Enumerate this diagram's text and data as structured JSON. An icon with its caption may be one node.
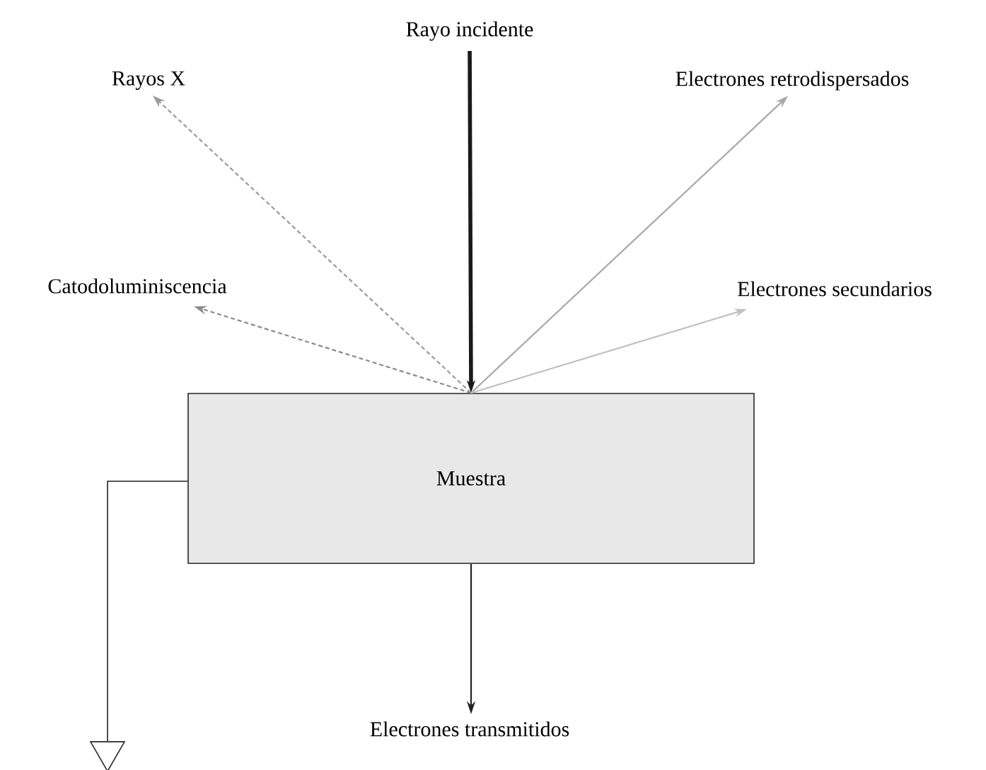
{
  "diagram": {
    "nodes": [
      {
        "text": [
          "Rayo incidente"
        ]
      },
      {
        "text": [
          "Rayos X"
        ]
      },
      {
        "text": [
          "Electrones retrodispersados"
        ]
      },
      {
        "text": [
          "Catodoluminiscencia"
        ]
      },
      {
        "text": [
          "Electrones secundarios"
        ]
      },
      {
        "text": [
          "Muestra"
        ]
      },
      {
        "text": [
          "Electrones transmitidos"
        ]
      },
      {
        "text": [],
        "shape": "triangle"
      }
    ],
    "edges": [
      {
        "from": 0,
        "to": 5,
        "arrow": "to",
        "style": "thick",
        "color": "#1a1a1a"
      },
      {
        "from": 5,
        "to": 1,
        "arrow": "to",
        "style": "dashed",
        "color": "#9a9a9a"
      },
      {
        "from": 5,
        "to": 2,
        "arrow": "to",
        "color": "#a8a8a8"
      },
      {
        "from": 5,
        "to": 3,
        "arrow": "to",
        "style": "dashed",
        "color": "#8a8a8a"
      },
      {
        "from": 5,
        "to": 4,
        "arrow": "to",
        "color": "#c0c0c0"
      },
      {
        "from": 5,
        "to": 6,
        "arrow": "to"
      },
      {
        "from": 5,
        "to": 7,
        "arrow": "none"
      }
    ]
  }
}
